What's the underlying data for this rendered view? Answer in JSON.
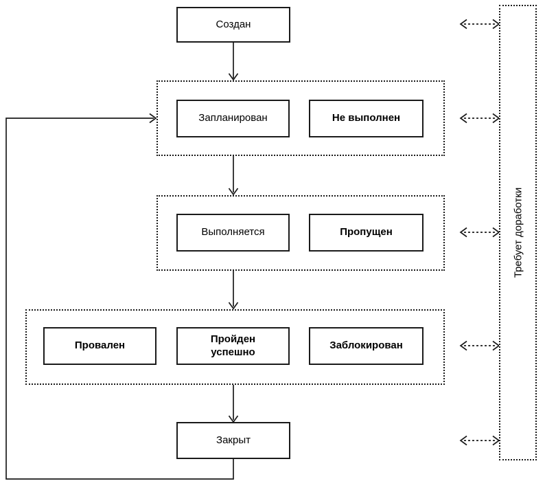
{
  "diagram": {
    "type": "state-flowchart",
    "language": "ru",
    "nodes": {
      "created": {
        "label": "Создан"
      },
      "planned": {
        "label": "Запланирован"
      },
      "not_executed": {
        "label": "Не выполнен"
      },
      "in_progress": {
        "label": "Выполняется"
      },
      "skipped": {
        "label": "Пропущен"
      },
      "failed": {
        "label": "Провален"
      },
      "passed_successfully": {
        "label": "Пройден успешно"
      },
      "blocked": {
        "label": "Заблокирован"
      },
      "closed": {
        "label": "Закрыт"
      },
      "needs_rework": {
        "label": "Требует доработки"
      }
    },
    "groups": [
      {
        "id": "scheduled-group",
        "members": [
          "planned",
          "not_executed"
        ]
      },
      {
        "id": "execution-group",
        "members": [
          "in_progress",
          "skipped"
        ]
      },
      {
        "id": "result-group",
        "members": [
          "failed",
          "passed_successfully",
          "blocked"
        ]
      }
    ],
    "edges": [
      {
        "from": "created",
        "to": "scheduled-group",
        "style": "solid-arrow"
      },
      {
        "from": "scheduled-group",
        "to": "execution-group",
        "style": "solid-arrow"
      },
      {
        "from": "execution-group",
        "to": "result-group",
        "style": "solid-arrow"
      },
      {
        "from": "result-group",
        "to": "closed",
        "style": "solid-arrow"
      },
      {
        "from": "closed",
        "to": "scheduled-group",
        "style": "solid-arrow-loop"
      },
      {
        "from": "created",
        "to": "needs_rework",
        "style": "dashed-double-arrow"
      },
      {
        "from": "scheduled-group",
        "to": "needs_rework",
        "style": "dashed-double-arrow"
      },
      {
        "from": "execution-group",
        "to": "needs_rework",
        "style": "dashed-double-arrow"
      },
      {
        "from": "result-group",
        "to": "needs_rework",
        "style": "dashed-double-arrow"
      },
      {
        "from": "closed",
        "to": "needs_rework",
        "style": "dashed-double-arrow"
      }
    ],
    "colors": {
      "background": "#ffffff",
      "line": "#1a1a1a",
      "text": "#000000"
    }
  }
}
